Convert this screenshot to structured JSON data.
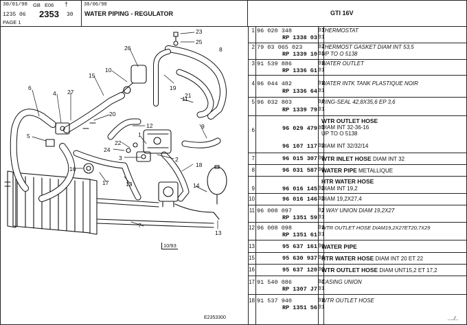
{
  "header": {
    "date1": "30/01/98",
    "country": "GB",
    "edition": "E06",
    "doc_prefix": "1235  06",
    "doc_main": "2353",
    "doc_suffix": "30",
    "page_label": "PAGE  1",
    "date2": "30/06/98",
    "title": "WATER PIPING - REGULATOR",
    "model": "GTI 16V"
  },
  "diagram": {
    "callouts": [
      "23",
      "25",
      "26",
      "8",
      "10",
      "15",
      "19",
      "6",
      "4",
      "27",
      "11",
      "20",
      "12",
      "9",
      "5",
      "22",
      "24",
      "1",
      "3",
      "2",
      "18",
      "16",
      "17",
      "13",
      "14",
      "21",
      "7",
      "13"
    ],
    "page_ref": "10/93",
    "drawing_code": "E2353300"
  },
  "parts": [
    {
      "n": "1",
      "ref": "96 020 348",
      "rp": "RP  1338 03",
      "q1": "01",
      "q2": "01",
      "desc": "THERMOSTAT",
      "sub": ""
    },
    {
      "n": "2",
      "ref": "79 03 065 023",
      "rp": "RP  1339 10",
      "q1": "02",
      "q2": "01",
      "desc": "THERMOST GASKET DIAM INT 53,5",
      "sub": "UP TO O 5138"
    },
    {
      "n": "3",
      "ref": "91 539 886",
      "rp": "RP  1336 G1",
      "q1": "01",
      "q2": "01",
      "desc": "WATER OUTLET",
      "sub": ""
    },
    {
      "n": "4",
      "ref": "96 044 482",
      "rp": "RP  1336 64",
      "q1": "01",
      "q2": "01",
      "desc": "WATER INTK TANK PLASTIQUE NOIR",
      "sub": ""
    },
    {
      "n": "5",
      "ref": "96 032 803",
      "rp": "RP  1339 79",
      "q1": "01",
      "q2": "01",
      "desc": "RING-SEAL 42,8X35,6 EP 3,6",
      "sub": ""
    }
  ],
  "hose6": {
    "n": "6",
    "title": "WTR OUTLET HOSE",
    "line1_ref": "96 029 479",
    "line1_q": "01",
    "line1_desc": "DIAM INT 32-36-16",
    "line1_sub": "UP TO O 5138",
    "line2_ref": "96 107 117",
    "line2_q": "01",
    "line2_desc": "DIAM INT 32/32/14"
  },
  "rows2": [
    {
      "n": "7",
      "ref": "96 015 307",
      "q": "01",
      "bold": "WTR INLET HOSE",
      "desc": " DIAM INT 32"
    },
    {
      "n": "8",
      "ref": "96 031 587",
      "q": "01",
      "bold": "WATER PIPE",
      "desc": " METALLIQUE"
    }
  ],
  "hose9": {
    "n9": "9",
    "n10": "10",
    "title": "HTR WATER HOSE",
    "ref9": "96 016 145",
    "q9": "01",
    "desc9": "DIAM INT 19,2",
    "ref10": "96 016 146",
    "q10": "01",
    "desc10": "DIAM 19,2X27,4"
  },
  "rows3": [
    {
      "n": "11",
      "ref": "96 008 097",
      "rp": "RP  1351 59",
      "q1": "01",
      "q2": "01",
      "desc": "2 WAY UNION DIAM 19,2X27"
    },
    {
      "n": "12",
      "ref": "96 008 098",
      "rp": "RP  1351 61",
      "q1": "01",
      "q2": "01",
      "desc": "WTR OUTLET HOSE DIAM19,2X27ET20,7X29"
    }
  ],
  "rows4": [
    {
      "n": "13",
      "ref": "95 637 161",
      "q": "01",
      "bold": "WATER PIPE",
      "desc": ""
    },
    {
      "n": "15",
      "ref": "95 630 937",
      "q": "01",
      "bold": "HTR WATER HOSE",
      "desc": " DIAM INT 20 ET 22"
    },
    {
      "n": "16",
      "ref": "95 637 120",
      "q": "01",
      "bold": "WTR OUTLET HOSE",
      "desc": " DIAM UNT15,2 ET 17,2"
    }
  ],
  "rows5": [
    {
      "n": "17",
      "ref": "91 540 086",
      "rp": "RP  1307 J7",
      "q1": "01",
      "q2": "01",
      "desc": "CASING UNION"
    },
    {
      "n": "18",
      "ref": "91 537 940",
      "rp": "RP  1351 56",
      "q1": "01",
      "q2": "01",
      "desc": "WTR OUTLET HOSE"
    }
  ],
  "footer_mark": "..../.."
}
